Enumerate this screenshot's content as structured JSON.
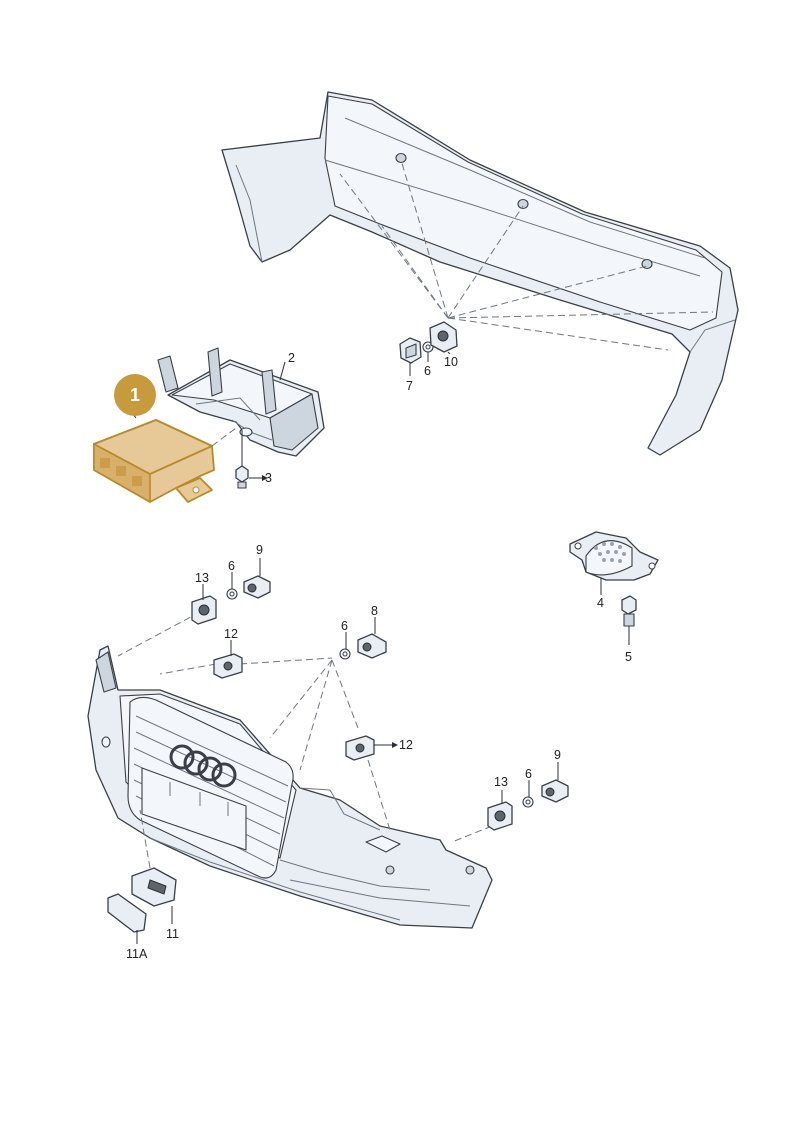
{
  "badge": {
    "number": "1",
    "color": "#c79a3d"
  },
  "highlight_color": "#e7c998",
  "labels": {
    "p2": "2",
    "p3": "3",
    "p4": "4",
    "p5": "5",
    "p6a": "6",
    "p6b": "6",
    "p6c": "6",
    "p6d": "6",
    "p7": "7",
    "p8": "8",
    "p9a": "9",
    "p9b": "9",
    "p10": "10",
    "p11": "11",
    "p11a": "11A",
    "p12a": "12",
    "p12b": "12",
    "p13a": "13",
    "p13b": "13"
  }
}
